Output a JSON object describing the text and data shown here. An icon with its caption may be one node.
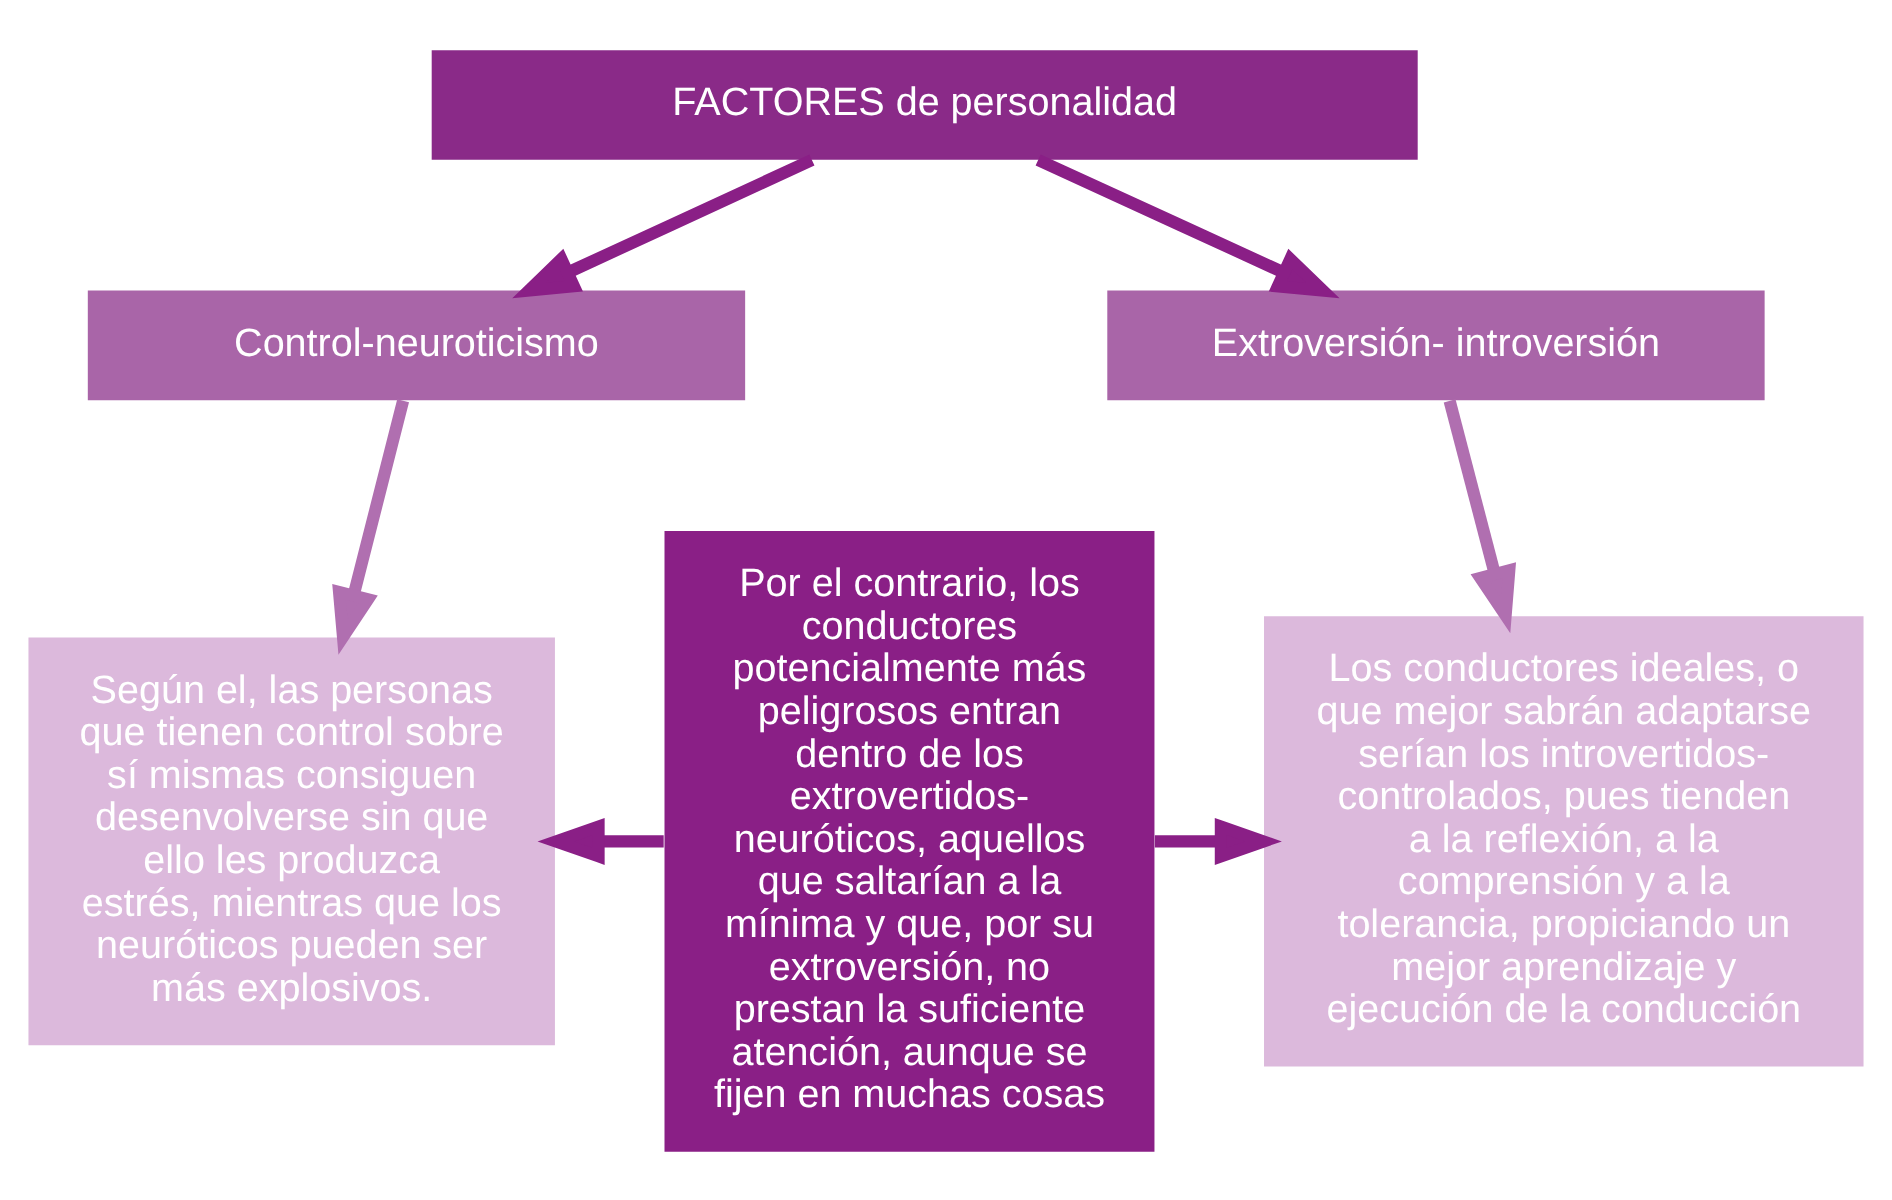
{
  "diagram": {
    "nodes": [
      {
        "text": [
          "FACTORES de personalidad"
        ]
      },
      {
        "text": [
          "Control-neuroticismo"
        ]
      },
      {
        "text": [
          "Extroversión- introversión"
        ]
      },
      {
        "text": [
          "Según el, las personas que tienen control sobre sí mismas consiguen desenvolverse sin que ello les produzca estrés, mientras que los neuróticos pueden ser más explosivos."
        ]
      },
      {
        "text": [
          "Por el contrario, los conductores potencialmente más peligrosos entran dentro de los extrovertidos-neuróticos, aquellos que saltarían a la mínima y que, por su extroversión, no prestan la suficiente atención, aunque se fijen en muchas cosas"
        ]
      },
      {
        "text": [
          "Los conductores ideales, o que mejor sabrán adaptarse serían los introvertidos-controlados, pues tienden a la reflexión, a la comprensión y a la tolerancia, propiciando un mejor aprendizaje y ejecución de la conducción"
        ]
      }
    ],
    "edges": [
      {
        "from": 0,
        "to": 1,
        "arrow": "to"
      },
      {
        "from": 0,
        "to": 2,
        "arrow": "to"
      },
      {
        "from": 1,
        "to": 3,
        "arrow": "to",
        "color": "#b06fb0"
      },
      {
        "from": 2,
        "to": 5,
        "arrow": "to",
        "color": "#b06fb0"
      },
      {
        "from": 4,
        "to": 3,
        "arrow": "to"
      },
      {
        "from": 4,
        "to": 5,
        "arrow": "to"
      }
    ]
  }
}
